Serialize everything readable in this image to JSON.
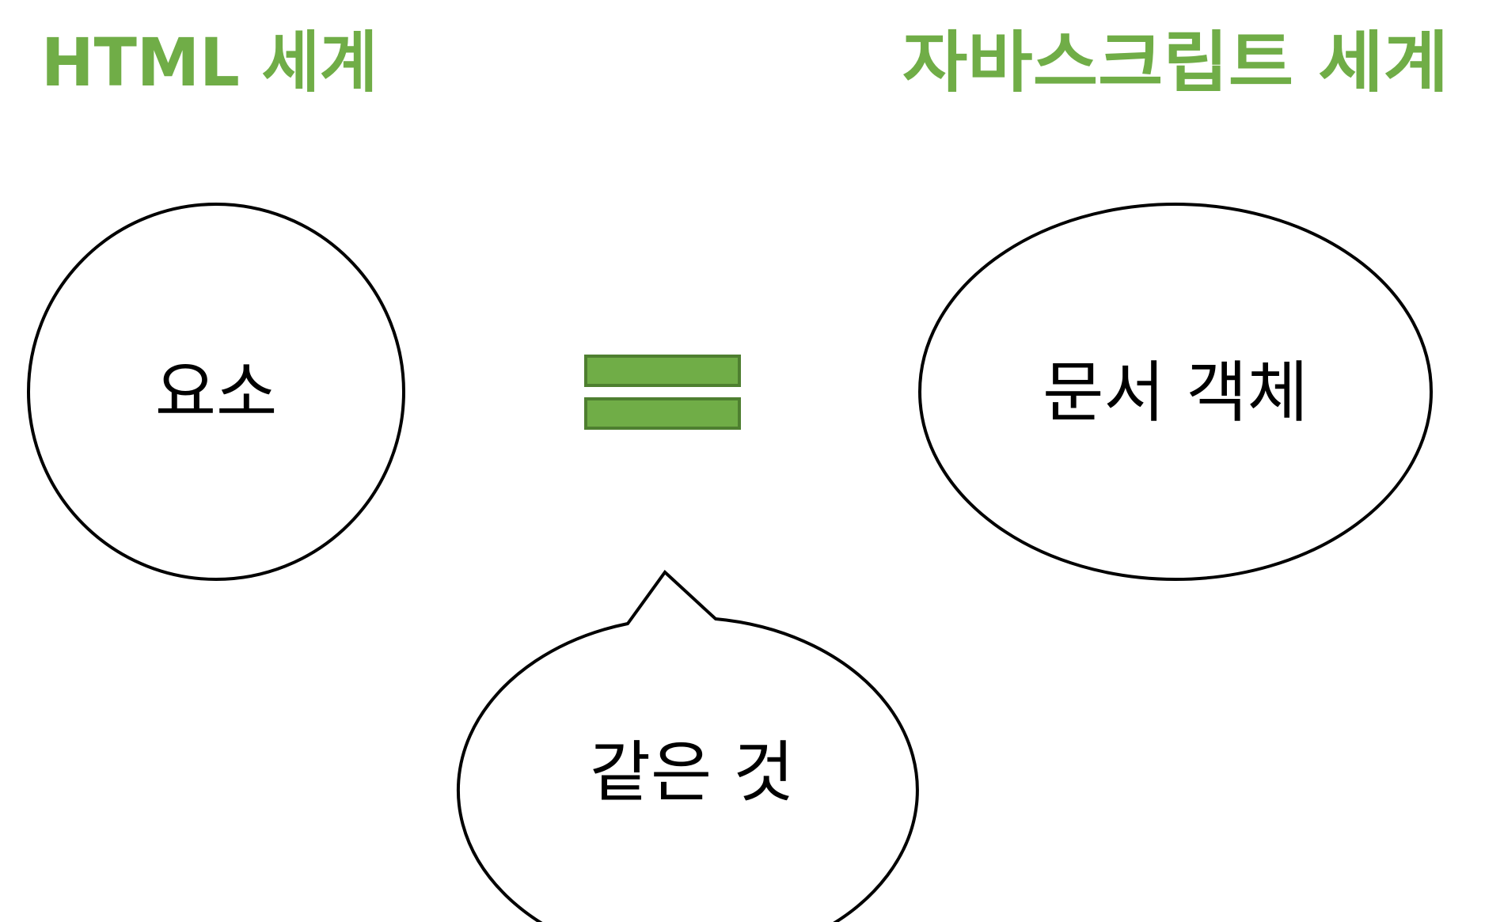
{
  "headings": {
    "left": "HTML 세계",
    "right": "자바스크립트 세계"
  },
  "nodes": {
    "element": "요소",
    "document_object": "문서 객체",
    "callout": "같은 것"
  },
  "colors": {
    "accent": "#70AD47",
    "accent_dark": "#4E7F30",
    "outline": "#000000",
    "background": "#FFFFFF"
  },
  "icons": {
    "equals": "equals-sign-icon"
  }
}
